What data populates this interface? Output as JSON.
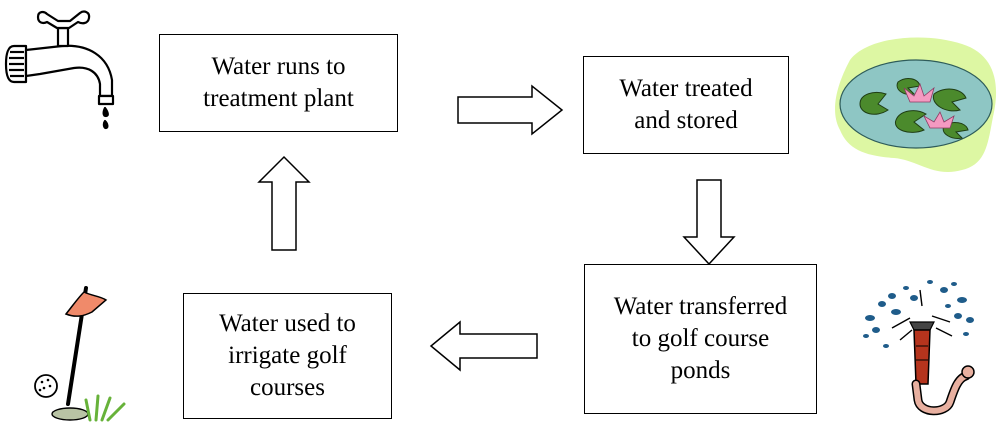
{
  "diagram": {
    "steps": [
      {
        "id": "treatment",
        "text": "Water runs to\ntreatment plant"
      },
      {
        "id": "stored",
        "text": "Water treated\nand stored"
      },
      {
        "id": "ponds",
        "text": "Water transferred\nto golf course\nponds"
      },
      {
        "id": "irrigate",
        "text": "Water used to\nirrigate golf\ncourses"
      }
    ],
    "flow": [
      {
        "from": "treatment",
        "to": "stored",
        "direction": "right"
      },
      {
        "from": "stored",
        "to": "ponds",
        "direction": "down"
      },
      {
        "from": "ponds",
        "to": "irrigate",
        "direction": "left"
      },
      {
        "from": "irrigate",
        "to": "treatment",
        "direction": "up"
      }
    ],
    "clipart": [
      "faucet-icon",
      "lily-pond-icon",
      "sprinkler-icon",
      "golf-flag-icon"
    ],
    "colors": {
      "pond_halo": "#ddf7a3",
      "pond_water": "#8ec6c4",
      "lily_pad": "#4b8a2c",
      "flower": "#f49ac1",
      "flag": "#f08a6a",
      "sprinkler": "#b5341d",
      "spray": "#1f5c8a",
      "grass": "#67b23a"
    }
  }
}
